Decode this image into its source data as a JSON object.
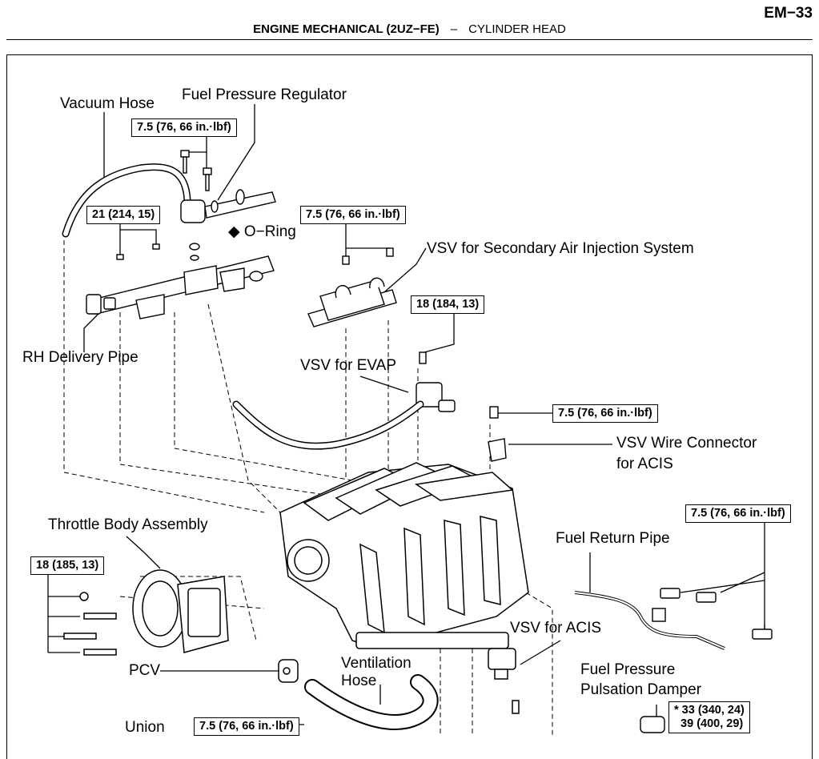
{
  "header": {
    "page_number": "EM−33",
    "section": "ENGINE MECHANICAL (2UZ−FE)",
    "separator": "–",
    "subsection": "CYLINDER HEAD"
  },
  "labels": {
    "vacuum_hose": "Vacuum Hose",
    "fuel_pressure_regulator": "Fuel Pressure Regulator",
    "o_ring": "◆ O−Ring",
    "vsv_secondary_air": "VSV for Secondary Air Injection System",
    "rh_delivery_pipe": "RH Delivery Pipe",
    "vsv_evap": "VSV for EVAP",
    "vsv_wire_connector": "VSV Wire Connector",
    "vsv_wire_connector_2": "for ACIS",
    "throttle_body_assembly": "Throttle Body Assembly",
    "fuel_return_pipe": "Fuel Return Pipe",
    "vsv_acis": "VSV for ACIS",
    "pcv": "PCV",
    "ventilation_hose": "Ventilation",
    "ventilation_hose_2": "Hose",
    "fuel_pressure_pulsation_damper": "Fuel Pressure",
    "fuel_pressure_pulsation_damper_2": "Pulsation Damper",
    "union": "Union"
  },
  "torque": {
    "t1": "7.5 (76, 66 in.·lbf)",
    "t2": "21 (214, 15)",
    "t3": "7.5 (76, 66 in.·lbf)",
    "t4": "18 (184, 13)",
    "t5": "7.5 (76, 66 in.·lbf)",
    "t6": "7.5 (76, 66 in.·lbf)",
    "t7": "18 (185, 13)",
    "t8": "7.5 (76, 66 in.·lbf)",
    "t9_line1": "* 33 (340, 24)",
    "t9_line2": "  39 (400, 29)"
  }
}
